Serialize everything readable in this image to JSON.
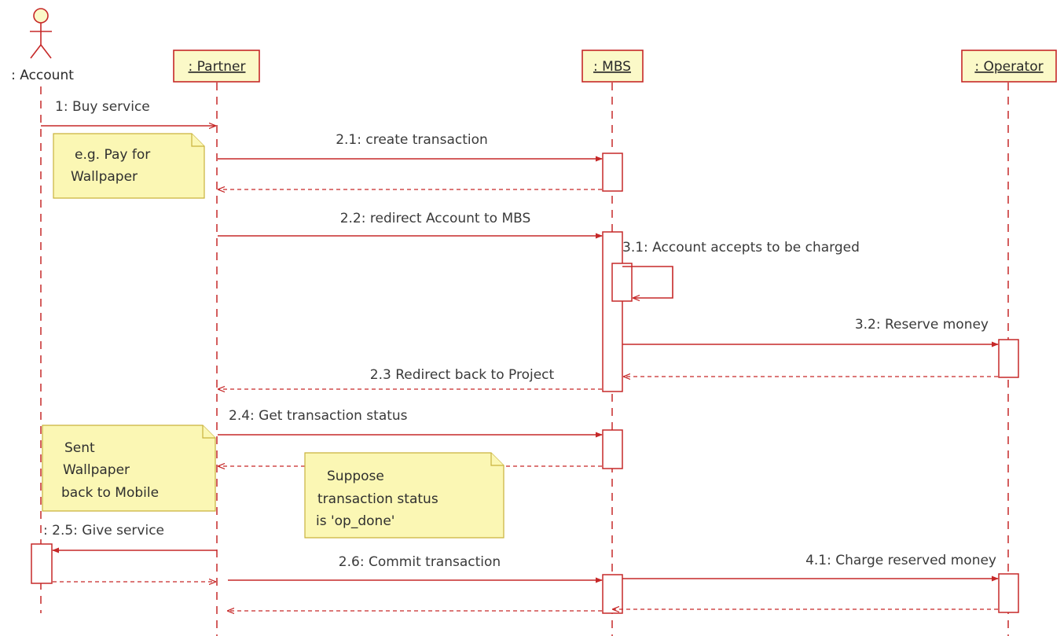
{
  "actor": {
    "label": ": Account"
  },
  "objects": [
    {
      "id": "partner",
      "label": ": Partner"
    },
    {
      "id": "mbs",
      "label": ": MBS"
    },
    {
      "id": "operator",
      "label": ": Operator"
    }
  ],
  "messages": [
    {
      "id": "m1",
      "label": "1: Buy service"
    },
    {
      "id": "m21",
      "label": "2.1: create transaction"
    },
    {
      "id": "m22",
      "label": "2.2: redirect Account to MBS"
    },
    {
      "id": "m31",
      "label": "3.1: Account accepts to be charged"
    },
    {
      "id": "m32",
      "label": "3.2: Reserve money"
    },
    {
      "id": "m23",
      "label": "2.3 Redirect back to Project"
    },
    {
      "id": "m24",
      "label": "2.4: Get transaction status"
    },
    {
      "id": "m25",
      "label": ": 2.5: Give service"
    },
    {
      "id": "m26",
      "label": "2.6: Commit transaction"
    },
    {
      "id": "m41",
      "label": "4.1: Charge reserved money"
    }
  ],
  "notes": [
    {
      "id": "note1",
      "lines": [
        "e.g. Pay for",
        "Wallpaper"
      ]
    },
    {
      "id": "note2",
      "lines": [
        "Sent",
        "Wallpaper",
        "back to Mobile"
      ]
    },
    {
      "id": "note3",
      "lines": [
        "Suppose",
        "transaction status",
        "is 'op_done'"
      ]
    }
  ],
  "colors": {
    "line": "#c62828",
    "note_fill": "#fbf7b4",
    "object_fill": "#fbf9c8"
  }
}
